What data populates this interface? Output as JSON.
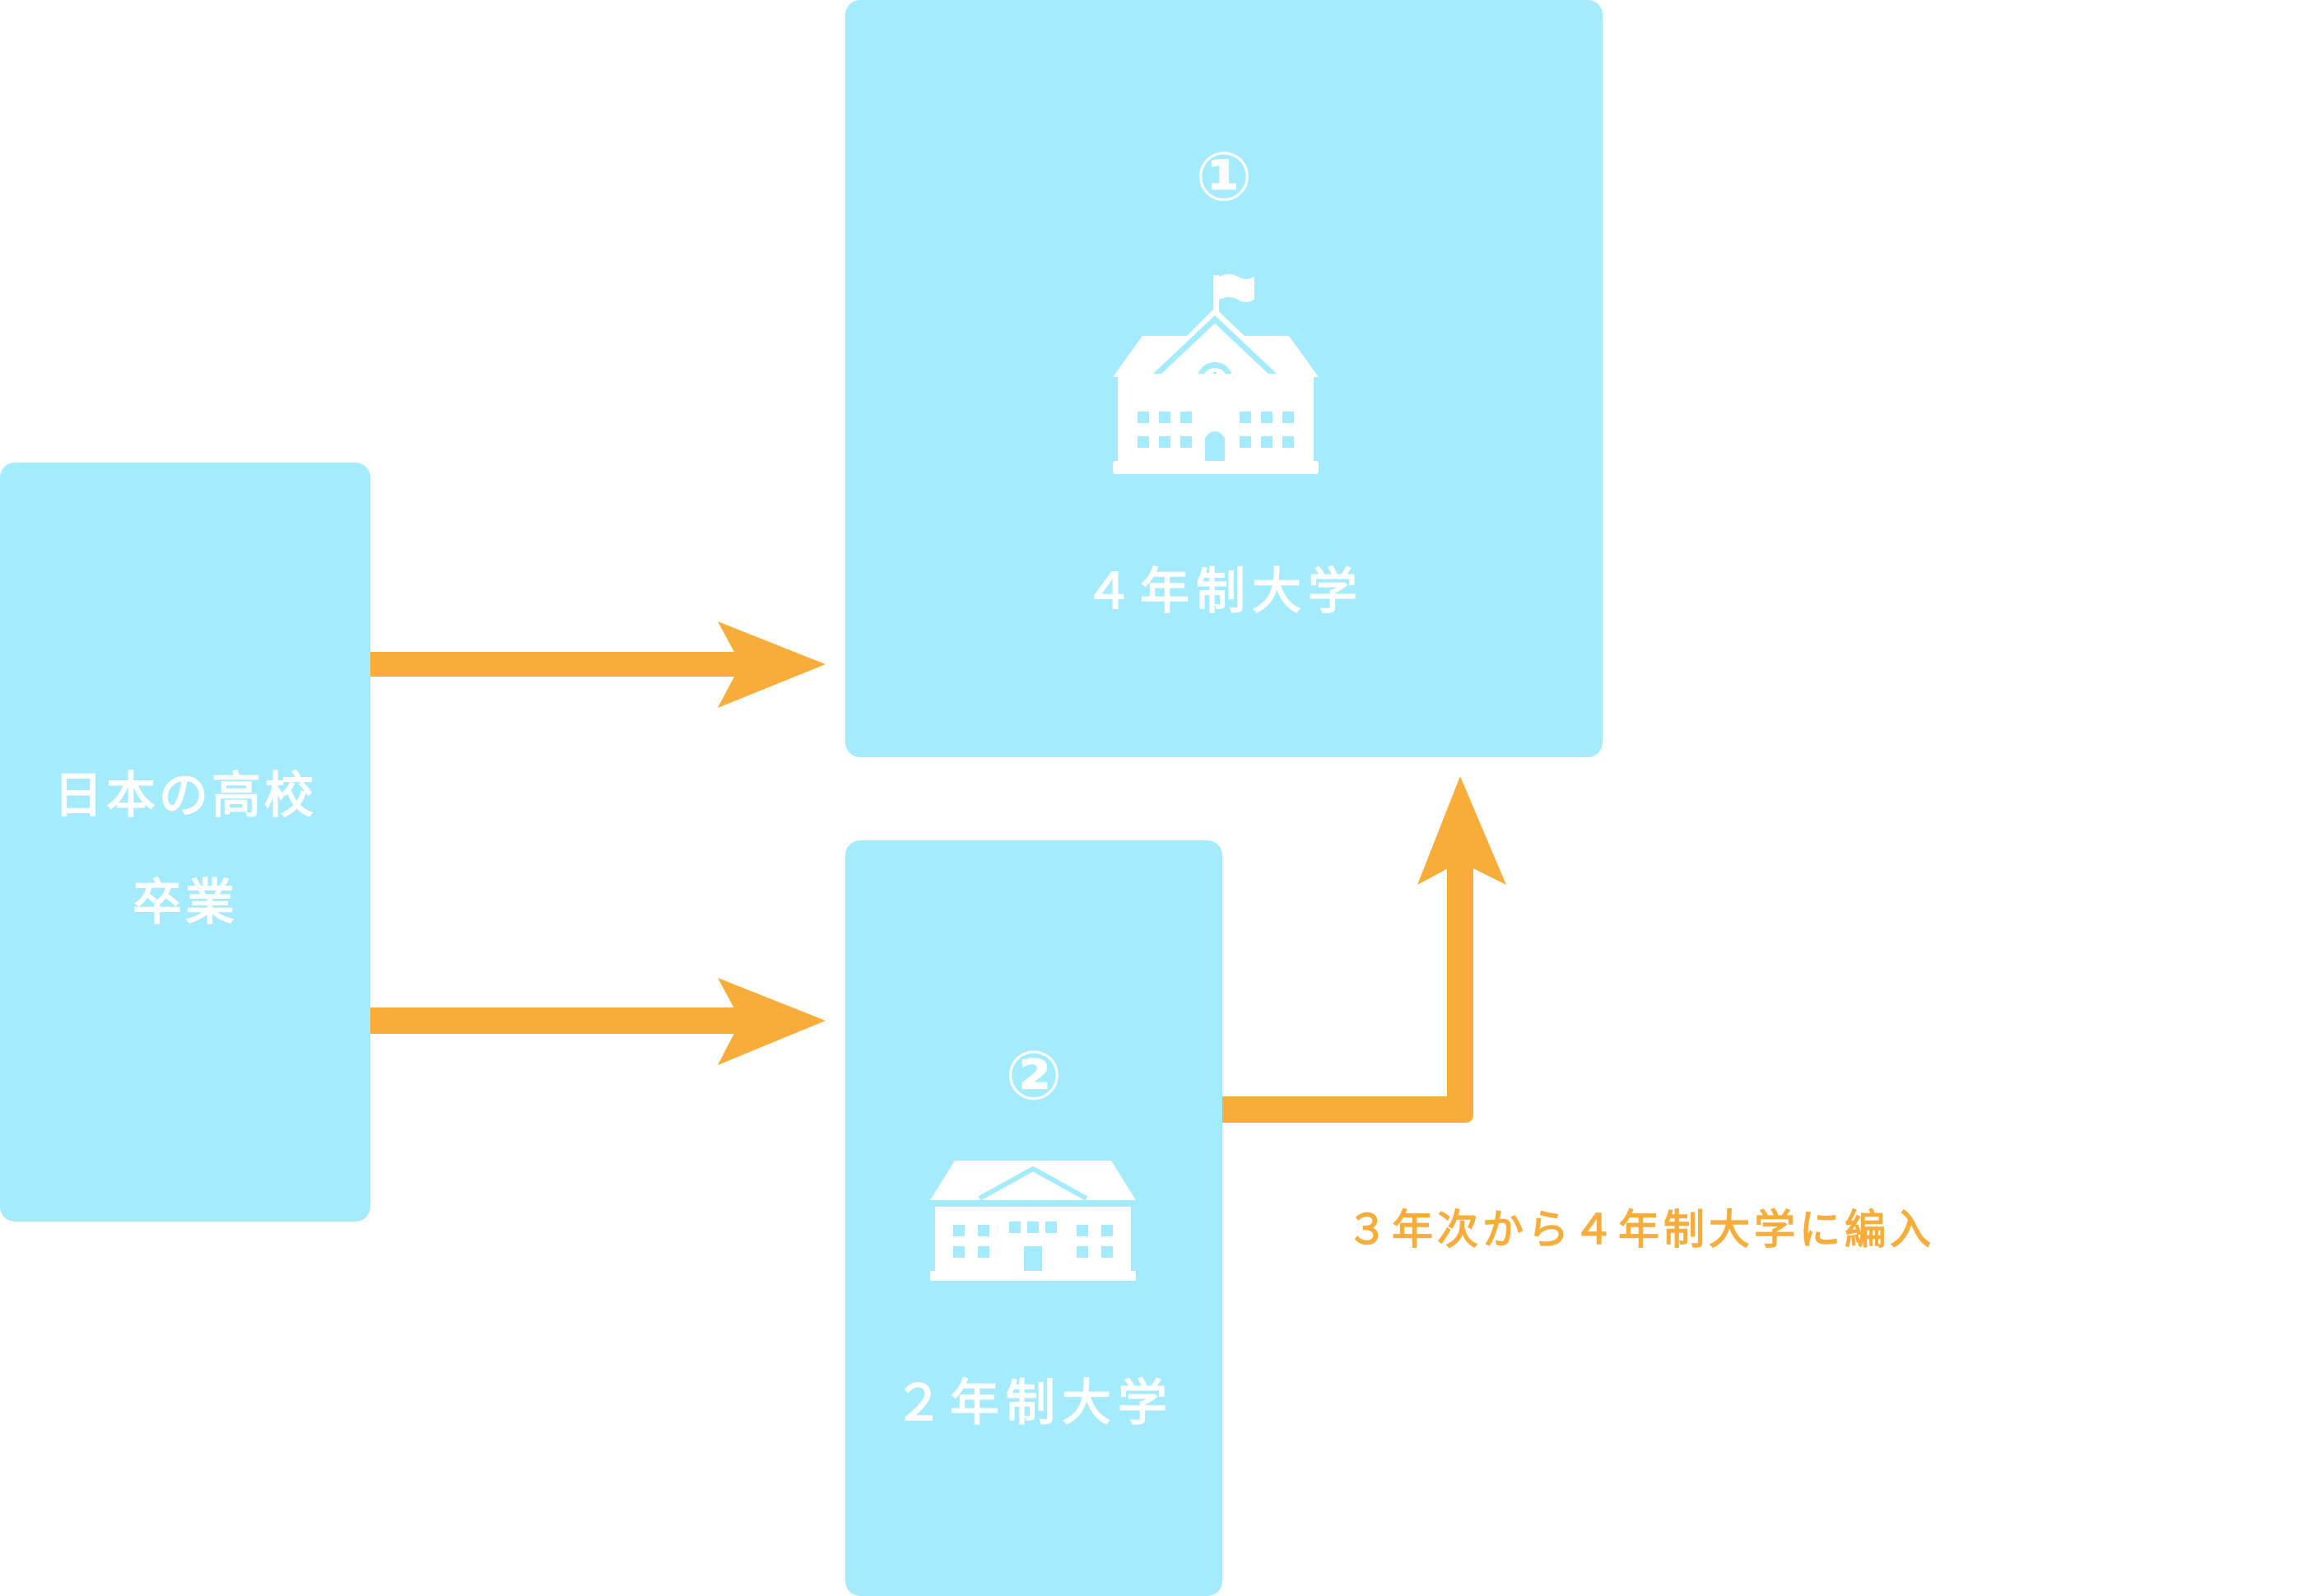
{
  "source": {
    "line1": "日本の高校",
    "line2": "卒業"
  },
  "four_year": {
    "number": "①",
    "label": "４年制大学",
    "icon": "university-building-icon"
  },
  "two_year": {
    "number": "②",
    "label": "２年制大学",
    "icon": "school-building-icon"
  },
  "transfer_note": "３年次から４年制大学に編入",
  "colors": {
    "box": "#a3ebfd",
    "arrow": "#f8ad3a",
    "text_on_box": "#ffffff"
  }
}
